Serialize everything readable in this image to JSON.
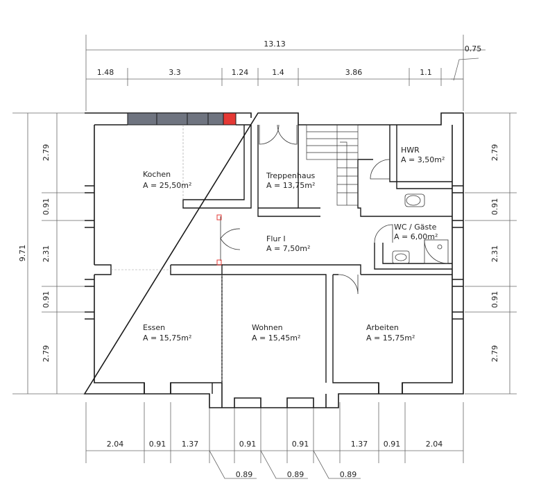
{
  "dimensions": {
    "overall_width": "13.13",
    "overhang": "0.75",
    "top": [
      "1.48",
      "3.3",
      "1.24",
      "1.4",
      "3.86",
      "1.1"
    ],
    "bottom": [
      "2.04",
      "0.91",
      "1.37",
      "0.91",
      "0.91",
      "1.37",
      "0.91",
      "2.04"
    ],
    "bottom_offsets": [
      "0.89",
      "0.89",
      "0.89"
    ],
    "overall_height": "9.71",
    "left": [
      "2.79",
      "0.91",
      "2.31",
      "0.91",
      "2.79"
    ],
    "right": [
      "2.79",
      "0.91",
      "2.31",
      "0.91",
      "2.79"
    ]
  },
  "rooms": [
    {
      "name": "Kochen",
      "area": "A = 25,50m²"
    },
    {
      "name": "Treppenhaus",
      "area": "A = 13,75m²"
    },
    {
      "name": "HWR",
      "area": "A = 3,50m²"
    },
    {
      "name": "Flur I",
      "area": "A = 7,50m²"
    },
    {
      "name": "WC / Gäste",
      "area": "A = 6,00m²"
    },
    {
      "name": "Essen",
      "area": "A = 15,75m²"
    },
    {
      "name": "Wohnen",
      "area": "A = 15,45m²"
    },
    {
      "name": "Arbeiten",
      "area": "A = 15,75m²"
    }
  ],
  "colors": {
    "wall": "#1a1a1a",
    "kitchen_units": "#6f7480",
    "chimney": "#e53935",
    "dim_line": "#666666"
  }
}
